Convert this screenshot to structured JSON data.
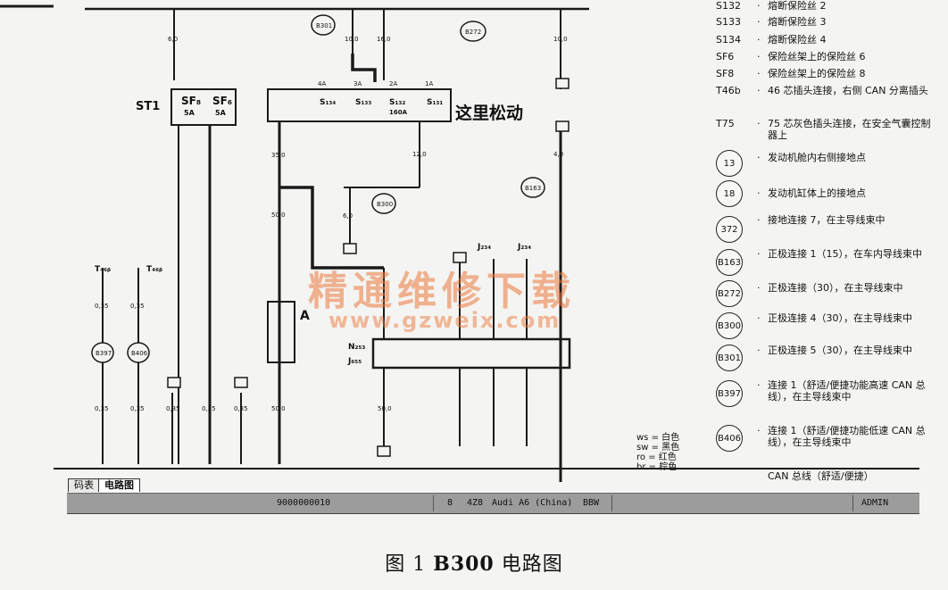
{
  "watermark": {
    "line1": "精通维修下载",
    "line2": "www.gzweix.com"
  },
  "annotation": "这里松动",
  "labels": {
    "st1": "ST1",
    "a": "A",
    "sf_a": "SF₈",
    "sf_b": "SF₆",
    "fuse_a": "5A",
    "fuse_b": "5A"
  },
  "fuses": [
    "S₁₃₄",
    "S₁₃₃",
    "S₁₃₂",
    "S₁₃₁"
  ],
  "fuse_sizes": [
    "",
    "",
    "160A",
    ""
  ],
  "fuse_pins": [
    "4A",
    "3A",
    "2A",
    "1A"
  ],
  "wire_values": [
    "6,0",
    "10,0",
    "16,0",
    "10,0",
    "35,0",
    "50,0",
    "12,0",
    "6,0",
    "50,0",
    "4,0",
    "0,35",
    "0,35",
    "0,35",
    "0,35",
    "0,35",
    "0,35",
    "0,35",
    "50,0"
  ],
  "circles": [
    "B301",
    "B272",
    "B300",
    "B163",
    "B397",
    "B406"
  ],
  "modules": {
    "n253": "N₂₅₃",
    "j655": "J₆₅₅",
    "j234_a": "J₂₃₄",
    "j234_b": "J₂₃₄",
    "t46b_a": "T₄₆ᵦ",
    "t46b_b": "T₄₆ᵦ"
  },
  "colors_legend": [
    "ws = 白色",
    "sw = 黑色",
    "ro = 红色",
    "br = 棕色"
  ],
  "legend": [
    {
      "code": "S132",
      "desc": "熔断保险丝 2"
    },
    {
      "code": "S133",
      "desc": "熔断保险丝 3"
    },
    {
      "code": "S134",
      "desc": "熔断保险丝 4"
    },
    {
      "code": "SF6",
      "desc": "保险丝架上的保险丝 6"
    },
    {
      "code": "SF8",
      "desc": "保险丝架上的保险丝 8"
    },
    {
      "code": "T46b",
      "desc": "46 芯插头连接，右侧 CAN 分离插头"
    },
    {
      "code": "T75",
      "desc": "75 芯灰色插头连接，在安全气囊控制器上"
    }
  ],
  "legend_circles": [
    {
      "code": "13",
      "desc": "发动机舱内右侧接地点"
    },
    {
      "code": "18",
      "desc": "发动机缸体上的接地点"
    },
    {
      "code": "372",
      "desc": "接地连接 7，在主导线束中"
    },
    {
      "code": "B163",
      "desc": "正极连接 1（15），在车内导线束中"
    },
    {
      "code": "B272",
      "desc": "正极连接（30），在主导线束中"
    },
    {
      "code": "B300",
      "desc": "正极连接 4（30），在主导线束中"
    },
    {
      "code": "B301",
      "desc": "正极连接 5（30），在主导线束中"
    },
    {
      "code": "B397",
      "desc": "连接 1（舒适/便捷功能高速 CAN 总线），在主导线束中"
    },
    {
      "code": "B406",
      "desc": "连接 1（舒适/便捷功能低速 CAN 总线），在主导线束中"
    }
  ],
  "legend_tail": "CAN 总线（舒适/便捷）",
  "tabs": [
    "码表",
    "电路图"
  ],
  "status": {
    "doc_id": "9000000010",
    "page": "8",
    "code": "4Z8",
    "vehicle": "Audi A6 (China)",
    "engine": "BBW",
    "user": "ADMIN"
  },
  "caption": {
    "prefix": "图 1 ",
    "code": "B300",
    "suffix": " 电路图"
  }
}
